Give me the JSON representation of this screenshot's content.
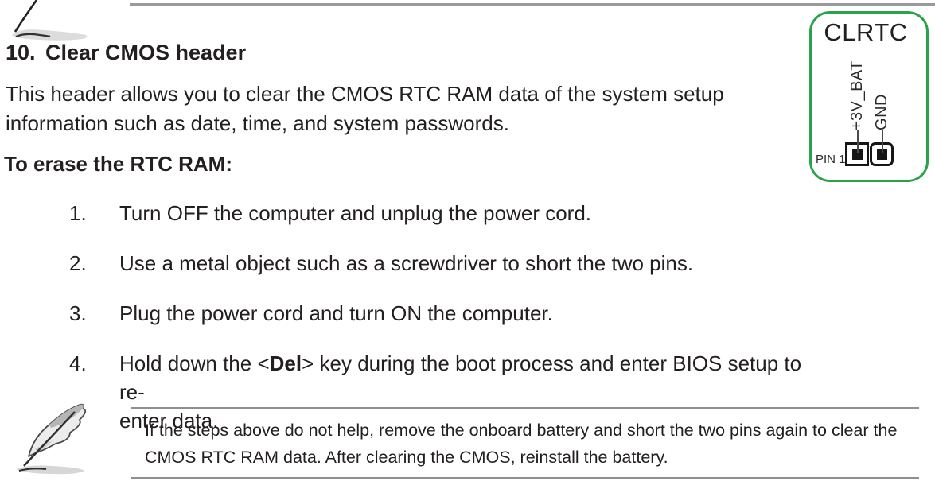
{
  "colors": {
    "text": "#231f20",
    "rule_gray": "#9a9a9a",
    "note_rule_gray": "#8f8f8f",
    "diagram_border_green": "#2aa24a",
    "pin_black": "#161616"
  },
  "icons": {
    "top_icon": "quill-pen-partial",
    "note_icon": "quill-pen"
  },
  "section": {
    "number": "10.",
    "title": "Clear CMOS header"
  },
  "intro": "This header allows you to clear the CMOS RTC RAM data of the system setup information such as date, time, and system passwords.",
  "subheading": "To erase the RTC RAM:",
  "steps": [
    {
      "num": "1.",
      "text": "Turn OFF the computer and unplug the power cord."
    },
    {
      "num": "2.",
      "text": "Use a metal object such as a screwdriver to short the two pins."
    },
    {
      "num": "3.",
      "text": "Plug the power cord and turn ON the computer."
    },
    {
      "num": "4.",
      "pre": "Hold down the <",
      "key": "Del",
      "post": "> key during the boot process and enter BIOS setup to re-",
      "post2": "enter data."
    }
  ],
  "note": {
    "text": "If the steps above do not help, remove the onboard battery and short the two pins again to clear the CMOS RTC RAM data. After clearing the CMOS, reinstall the battery."
  },
  "diagram": {
    "title": "CLRTC",
    "pin_labels": [
      "+3V_BAT",
      "GND"
    ],
    "pin1_label": "PIN 1"
  }
}
